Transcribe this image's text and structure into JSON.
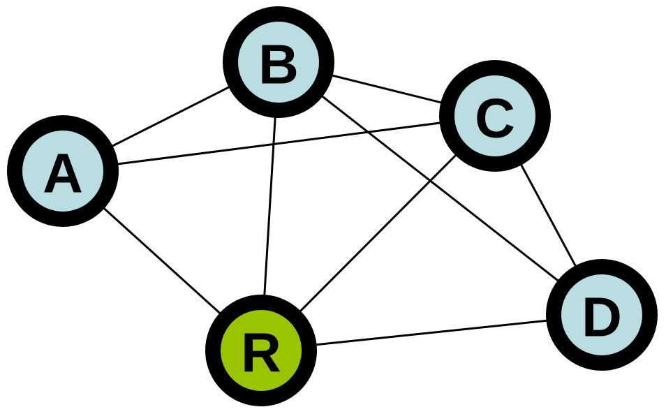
{
  "colors": {
    "node_fill": "#b9dde0",
    "highlight_fill": "#99c400",
    "ring": "#000000",
    "edge": "#000000"
  },
  "nodes": [
    {
      "id": "A",
      "label": "A",
      "highlight": false
    },
    {
      "id": "B",
      "label": "B",
      "highlight": false
    },
    {
      "id": "C",
      "label": "C",
      "highlight": false
    },
    {
      "id": "D",
      "label": "D",
      "highlight": false
    },
    {
      "id": "R",
      "label": "R",
      "highlight": true
    }
  ],
  "edges": [
    [
      "A",
      "B"
    ],
    [
      "A",
      "C"
    ],
    [
      "A",
      "R"
    ],
    [
      "B",
      "C"
    ],
    [
      "B",
      "R"
    ],
    [
      "B",
      "D"
    ],
    [
      "C",
      "R"
    ],
    [
      "C",
      "D"
    ],
    [
      "R",
      "D"
    ]
  ]
}
